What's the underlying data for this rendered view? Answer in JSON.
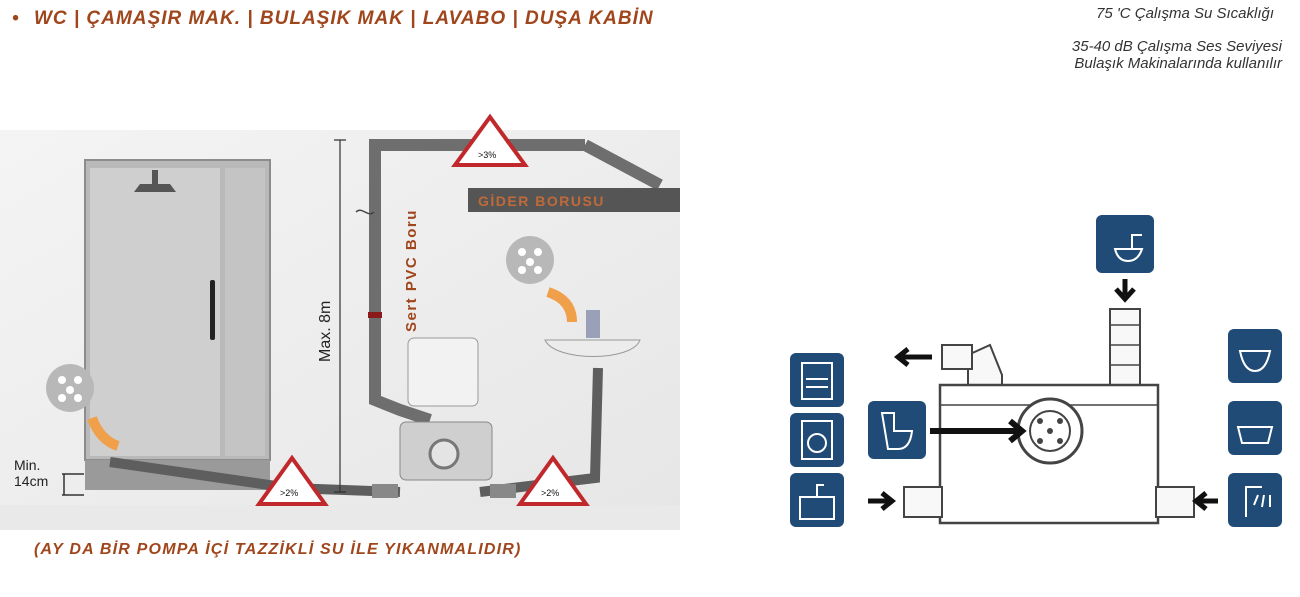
{
  "header": {
    "bullet": "•",
    "applications": "WC | ÇAMAŞIR MAK. | BULAŞIK MAK | LAVABO | DUŞA KABİN"
  },
  "specs": {
    "temperature": "75 'C Çalışma Su Sıcaklığı",
    "noise": "35-40 dB Çalışma  Ses Seviyesi",
    "dishwasher": "Bulaşık Makinalarında kullanılır"
  },
  "installation_diagram": {
    "drain_pipe_label": "GİDER BORUSU",
    "pvc_pipe_label": "Sert PVC Boru",
    "max_height_label": "Max. 8m",
    "min_height_label_line1": "Min.",
    "min_height_label_line2": "14cm",
    "slope_top": ">3%",
    "slope_left": ">2%",
    "slope_right": ">2%"
  },
  "footnote": "(AY DA BİR POMPA İÇİ TAZZİKLİ SU İLE YIKANMALIDIR)",
  "connections": {
    "top": [
      "washbasin-icon"
    ],
    "left": [
      "dishwasher-icon",
      "washing-machine-icon",
      "kitchen-sink-icon"
    ],
    "center": [
      "toilet-icon"
    ],
    "right": [
      "sink-basin-icon",
      "bathtub-icon",
      "shower-icon"
    ]
  },
  "colors": {
    "accent": "#a0461c",
    "icon_tile": "#1f4b76",
    "warning_red": "#c0282b",
    "pipe_gray": "#6e6e6e"
  }
}
